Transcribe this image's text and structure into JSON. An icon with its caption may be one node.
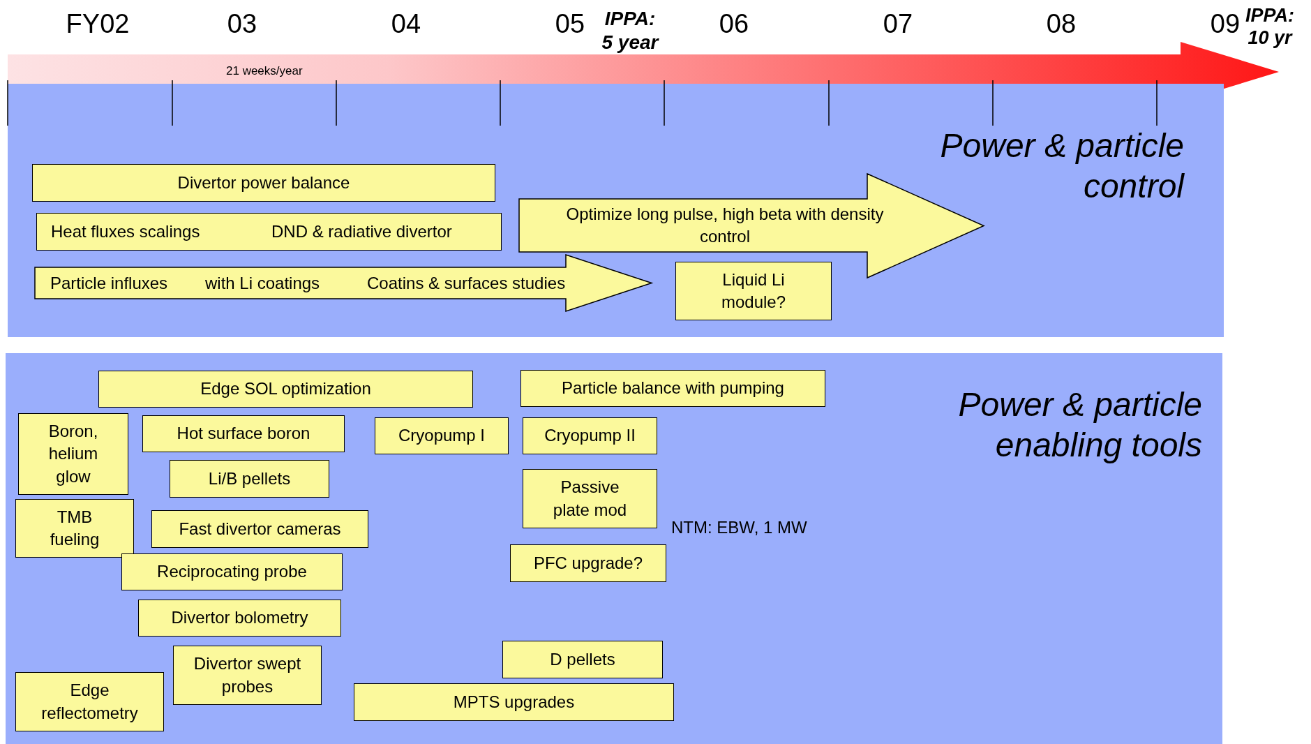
{
  "diagram": {
    "nodes": [
      {
        "text": [
          "Power & particle control"
        ]
      },
      {
        "text": [
          "Divertor power balance"
        ],
        "in": 0
      },
      {
        "text": [
          "Heat fluxes scalings",
          "DND & radiative divertor"
        ],
        "in": 0
      },
      {
        "text": [
          "Particle influxes",
          "with Li coatings",
          "Coatins & surfaces studies"
        ],
        "in": 0
      },
      {
        "text": [
          "Optimize long pulse, high beta with density control"
        ],
        "in": 0
      },
      {
        "text": [
          "Liquid Li module?"
        ],
        "in": 0
      },
      {
        "text": [
          "Power & particle enabling tools"
        ]
      },
      {
        "text": [
          "Edge SOL optimization"
        ],
        "in": 6
      },
      {
        "text": [
          "Particle balance with pumping"
        ],
        "in": 6
      },
      {
        "text": [
          "Boron, helium glow"
        ],
        "in": 6
      },
      {
        "text": [
          "Hot surface boron"
        ],
        "in": 6
      },
      {
        "text": [
          "Cryopump I"
        ],
        "in": 6
      },
      {
        "text": [
          "Cryopump II"
        ],
        "in": 6
      },
      {
        "text": [
          "Li/B pellets"
        ],
        "in": 6
      },
      {
        "text": [
          "Passive plate mod"
        ],
        "in": 6
      },
      {
        "text": [
          "TMB fueling"
        ],
        "in": 6
      },
      {
        "text": [
          "Fast divertor cameras"
        ],
        "in": 6
      },
      {
        "text": [
          "Reciprocating probe"
        ],
        "in": 6
      },
      {
        "text": [
          "PFC upgrade?"
        ],
        "in": 6
      },
      {
        "text": [
          "Divertor bolometry"
        ],
        "in": 6
      },
      {
        "text": [
          "D pellets"
        ],
        "in": 6
      },
      {
        "text": [
          "Divertor swept probes"
        ],
        "in": 6
      },
      {
        "text": [
          "Edge reflectometry"
        ],
        "in": 6
      },
      {
        "text": [
          "MPTS upgrades"
        ],
        "in": 6
      }
    ],
    "labels": [
      "FY02",
      "03",
      "04",
      "05",
      "IPPA: 5 year",
      "06",
      "07",
      "08",
      "09",
      "IPPA: 10 yr",
      "21 weeks/year",
      "NTM: EBW, 1 MW"
    ]
  }
}
